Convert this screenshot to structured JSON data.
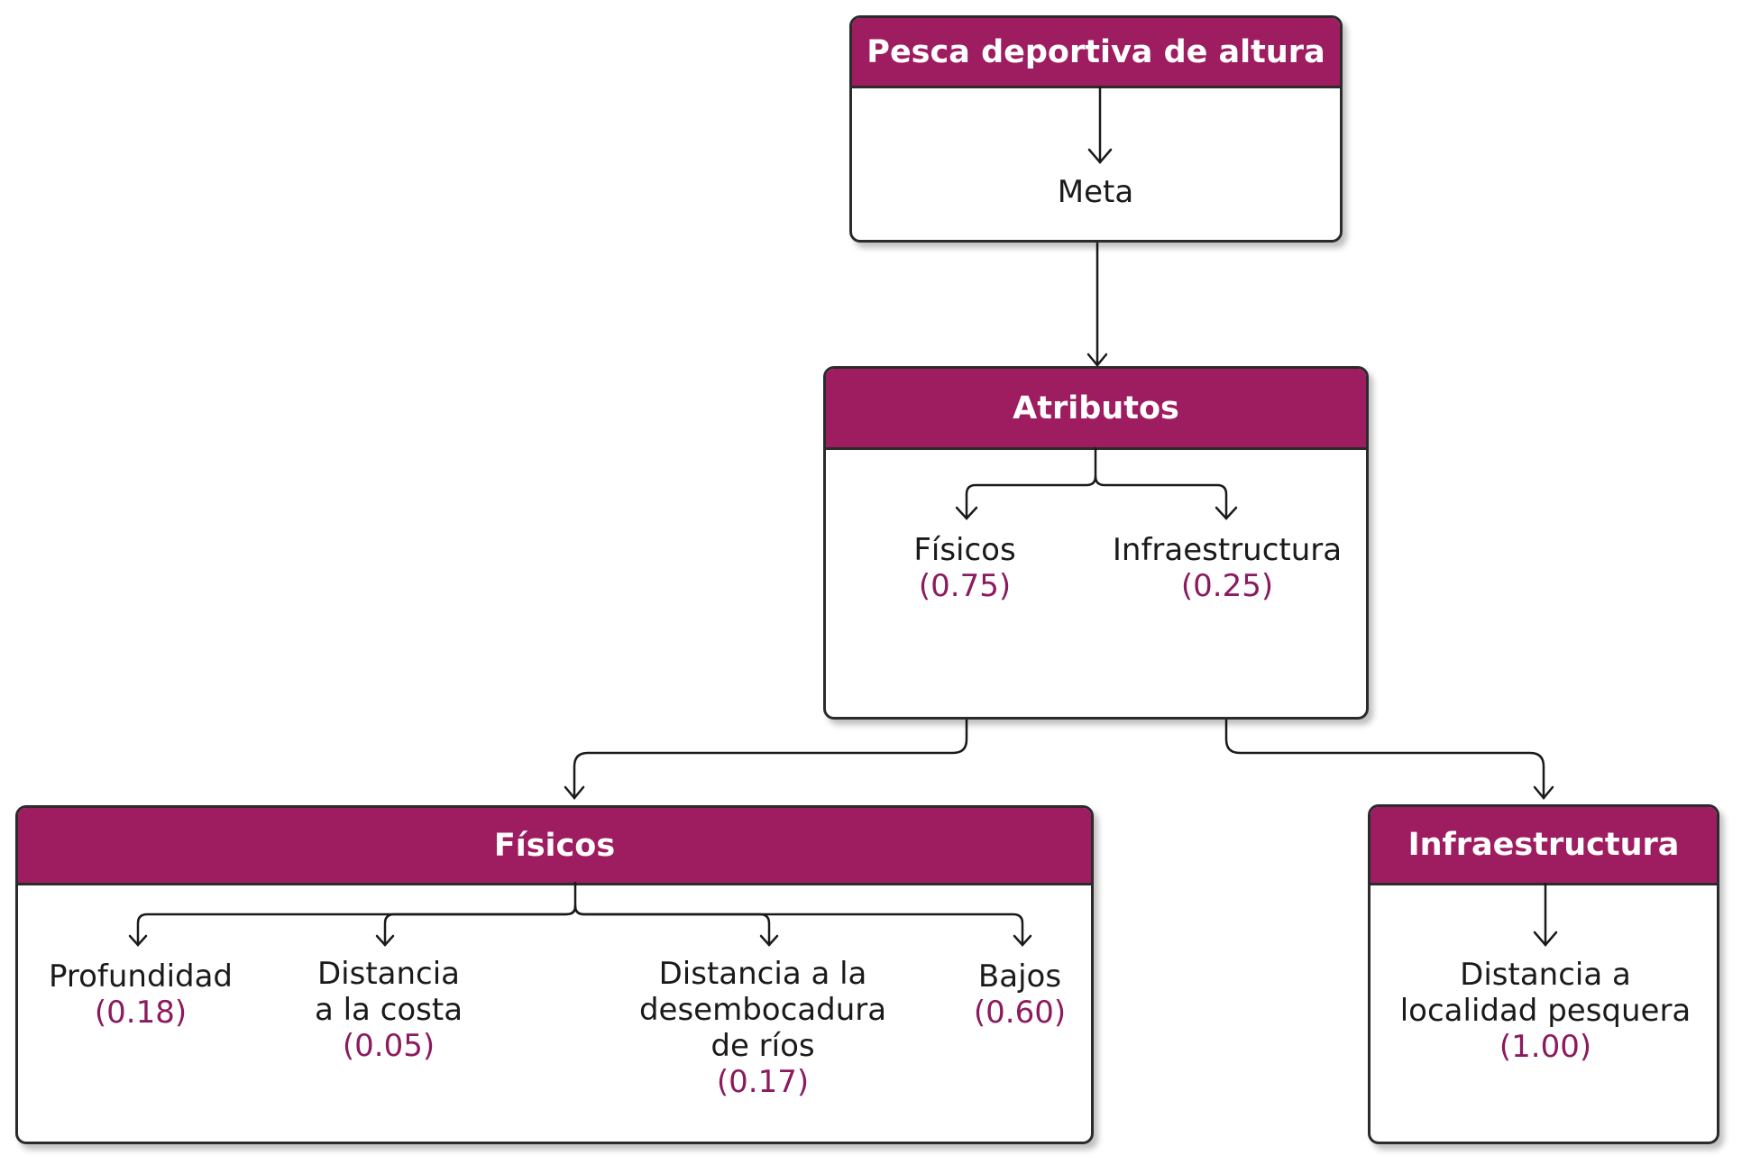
{
  "goal_box": {
    "title": "Pesca deportiva de altura",
    "item": "Meta"
  },
  "attributes_box": {
    "title": "Atributos",
    "items": [
      {
        "label": "Físicos",
        "weight": "(0.75)"
      },
      {
        "label": "Infraestructura",
        "weight": "(0.25)"
      }
    ]
  },
  "physical_box": {
    "title": "Físicos",
    "items": [
      {
        "lines": [
          "Profundidad"
        ],
        "weight": "(0.18)"
      },
      {
        "lines": [
          "Distancia",
          "a la costa"
        ],
        "weight": "(0.05)"
      },
      {
        "lines": [
          "Distancia a la",
          "desembocadura",
          "de ríos"
        ],
        "weight": "(0.17)"
      },
      {
        "lines": [
          "Bajos"
        ],
        "weight": "(0.60)"
      }
    ]
  },
  "infrastructure_box": {
    "title": "Infraestructura",
    "items": [
      {
        "lines": [
          "Distancia a",
          "localidad pesquera"
        ],
        "weight": "(1.00)"
      }
    ]
  },
  "colors": {
    "header": "#9e1c60",
    "weight_text": "#8c1a5e",
    "border": "#2b2b2b"
  }
}
